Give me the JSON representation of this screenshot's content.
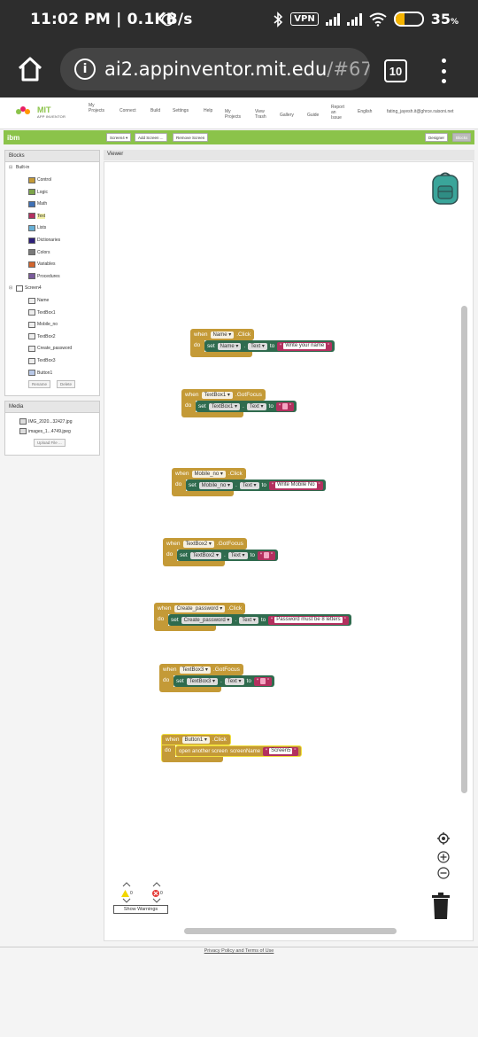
{
  "status_bar": {
    "time": "11:02 PM | 0.1KB/s",
    "vpn": "VPN",
    "battery": "35",
    "battery_unit": "%",
    "battery_level": 0.35
  },
  "browser": {
    "url_main": "ai2.appinventor.mit.edu",
    "url_rest": "/#67",
    "tab_count": "10"
  },
  "nav": {
    "logo_title": "MIT",
    "logo_sub": "APP INVENTOR",
    "items": [
      {
        "label": "My\nProjects"
      },
      {
        "label": "Connect"
      },
      {
        "label": "Build"
      },
      {
        "label": "Settings"
      },
      {
        "label": "Help"
      },
      {
        "label": "My\nProjects"
      },
      {
        "label": "View\nTrash"
      },
      {
        "label": "Gallery"
      },
      {
        "label": "Guide"
      },
      {
        "label": "Report\nan\nIssue"
      },
      {
        "label": "English"
      },
      {
        "label": "fating_jayesh.it@ghrce.raisoni.net"
      }
    ]
  },
  "toolbar": {
    "project_name": "ibm",
    "screen_btn": "Screen4 ▾",
    "add_screen": "Add Screen ...",
    "remove_screen": "Remove Screen",
    "designer": "Designer",
    "blocks": "Blocks"
  },
  "blocks_panel": {
    "title": "Blocks",
    "builtin": "Built-in",
    "builtin_items": [
      {
        "label": "Control",
        "color": "#c49a37"
      },
      {
        "label": "Logic",
        "color": "#7da54b"
      },
      {
        "label": "Math",
        "color": "#3f71b5"
      },
      {
        "label": "Text",
        "color": "#b3305f"
      },
      {
        "label": "Lists",
        "color": "#67b0d6"
      },
      {
        "label": "Dictionaries",
        "color": "#2d1f7a"
      },
      {
        "label": "Colors",
        "color": "#7a7a7a"
      },
      {
        "label": "Variables",
        "color": "#d2652d"
      },
      {
        "label": "Procedures",
        "color": "#7a5b9b"
      }
    ],
    "screen": "Screen4",
    "components": [
      "Name",
      "TextBox1",
      "Mobile_no",
      "TextBox2",
      "Create_password",
      "TextBox3",
      "Button1"
    ],
    "rename": "Rename",
    "delete": "Delete"
  },
  "media_panel": {
    "title": "Media",
    "files": [
      "IMG_2020...32427.jpg",
      "images_1...4749.jpeg"
    ],
    "upload": "Upload File ..."
  },
  "viewer": {
    "title": "Viewer",
    "kw_when": "when",
    "kw_do": "do",
    "kw_set": "set",
    "kw_to": "to",
    "blocks": [
      {
        "component": "Name ▾",
        "event": ".Click",
        "set_component": "Name ▾",
        "prop": "Text ▾",
        "value": "Write your name"
      },
      {
        "component": "TextBox1 ▾",
        "event": ".GotFocus",
        "set_component": "TextBox1 ▾",
        "prop": "Text ▾",
        "value": ""
      },
      {
        "component": "Mobile_no ▾",
        "event": ".Click",
        "set_component": "Mobile_no ▾",
        "prop": "Text ▾",
        "value": "Write Mobile No"
      },
      {
        "component": "TextBox2 ▾",
        "event": ".GotFocus",
        "set_component": "TextBox2 ▾",
        "prop": "Text ▾",
        "value": ""
      },
      {
        "component": "Create_password ▾",
        "event": ".Click",
        "set_component": "Create_password ▾",
        "prop": "Text ▾",
        "value": "Password must be 8 letters"
      },
      {
        "component": "TextBox3 ▾",
        "event": ".GotFocus",
        "set_component": "TextBox3 ▾",
        "prop": "Text ▾",
        "value": ""
      }
    ],
    "button_block": {
      "component": "Button1 ▾",
      "event": ".Click",
      "call": "open another screen",
      "param": "screenName",
      "value": "Screen5"
    },
    "warnings_count": "0",
    "errors_count": "0",
    "show_warnings": "Show Warnings"
  },
  "footer": {
    "link": "Privacy Policy and Terms of Use"
  }
}
